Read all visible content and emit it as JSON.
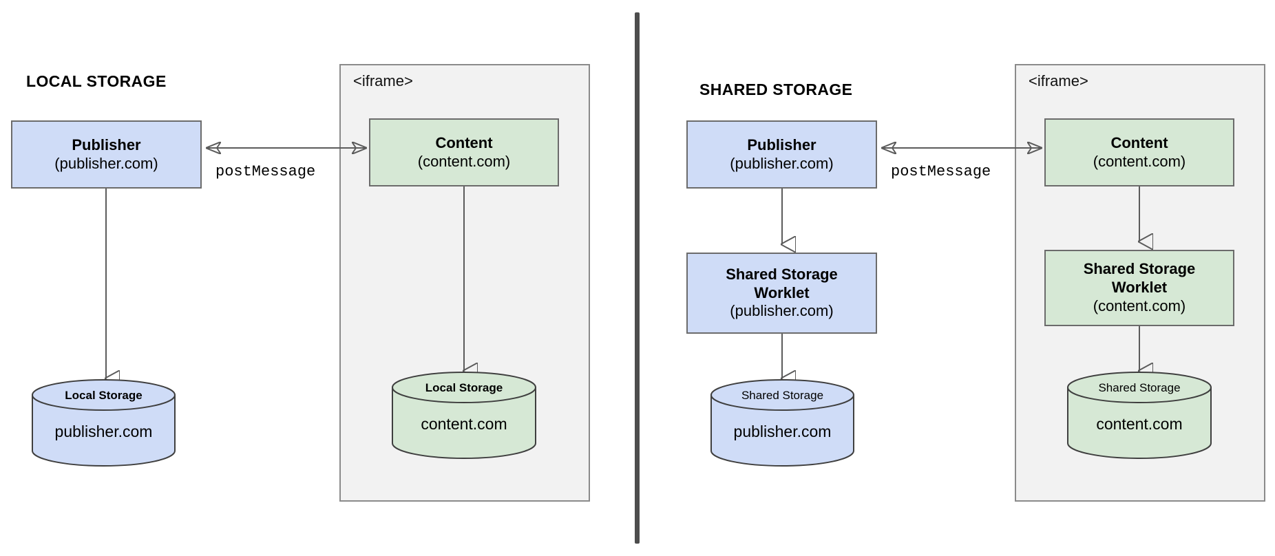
{
  "diagram": {
    "title_left": "LOCAL STORAGE",
    "title_right": "SHARED STORAGE",
    "iframe_label": "<iframe>",
    "postmessage_label": "postMessage",
    "colors": {
      "blue_fill": "#cfdcf7",
      "green_fill": "#d6e8d5",
      "iframe_fill": "#f2f2f2",
      "node_stroke": "#6b6b6b",
      "connector": "#5b5b5b",
      "divider": "#4d4d4d"
    }
  },
  "left": {
    "title": "LOCAL STORAGE",
    "iframe_label": "<iframe>",
    "postmessage_label": "postMessage",
    "publisher": {
      "name": "Publisher",
      "origin": "(publisher.com)"
    },
    "content": {
      "name": "Content",
      "origin": "(content.com)"
    },
    "publisher_store": {
      "cap": "Local Storage",
      "body": "publisher.com"
    },
    "content_store": {
      "cap": "Local Storage",
      "body": "content.com"
    }
  },
  "right": {
    "title": "SHARED STORAGE",
    "iframe_label": "<iframe>",
    "postmessage_label": "postMessage",
    "publisher": {
      "name": "Publisher",
      "origin": "(publisher.com)"
    },
    "content": {
      "name": "Content",
      "origin": "(content.com)"
    },
    "publisher_worklet": {
      "line1": "Shared Storage",
      "line2": "Worklet",
      "origin": "(publisher.com)"
    },
    "content_worklet": {
      "line1": "Shared Storage",
      "line2": "Worklet",
      "origin": "(content.com)"
    },
    "publisher_store": {
      "cap": "Shared Storage",
      "body": "publisher.com"
    },
    "content_store": {
      "cap": "Shared Storage",
      "body": "content.com"
    }
  }
}
